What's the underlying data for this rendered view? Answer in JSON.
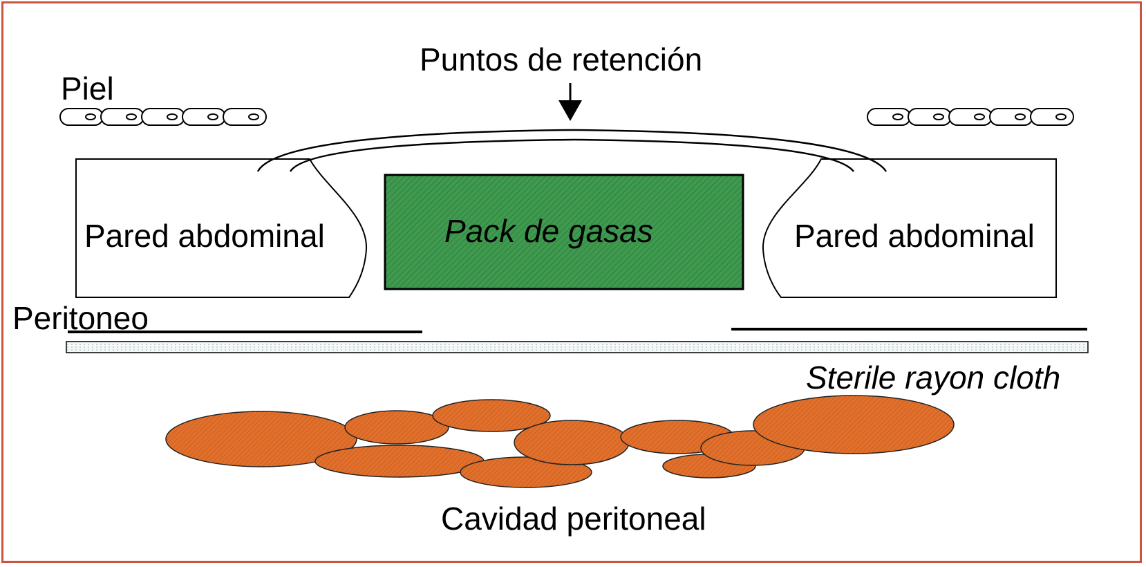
{
  "labels": {
    "retention": "Puntos de retención",
    "skin": "Piel",
    "wall_left": "Pared abdominal",
    "wall_right": "Pared abdominal",
    "gauze": "Pack de gasas",
    "peritoneum": "Peritoneo",
    "cloth": "Sterile rayon cloth",
    "cavity": "Cavidad peritoneal"
  },
  "colors": {
    "frame": "#c8553d",
    "gauze_fill": "#3f9a4f",
    "bowel_fill": "#e0702c",
    "line": "#000000"
  }
}
